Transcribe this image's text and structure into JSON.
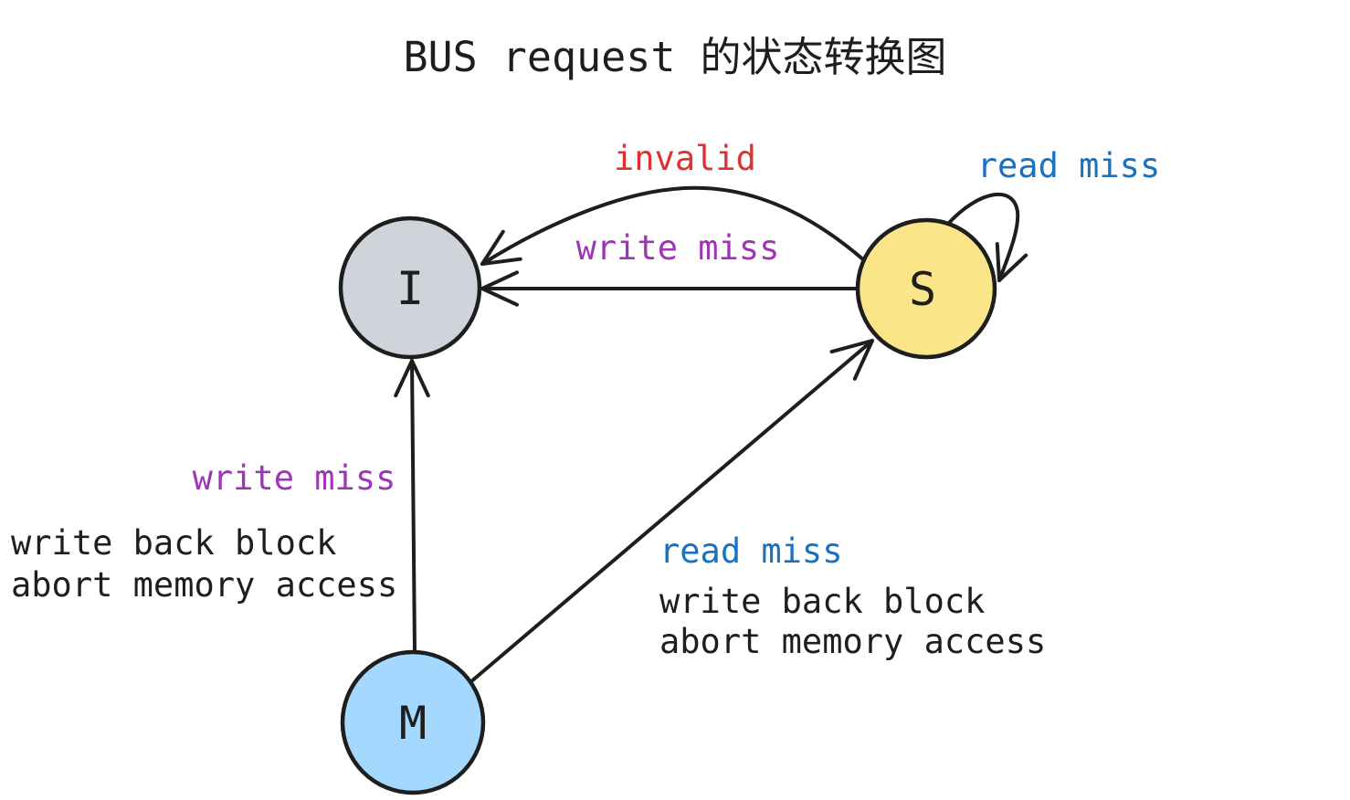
{
  "title": "BUS request 的状态转换图",
  "colors": {
    "stroke": "#1e1e1e",
    "text": "#1e1e1e",
    "invalid": "#e03131",
    "write_miss": "#9c36b5",
    "read_miss": "#1971c2"
  },
  "nodes": {
    "I": {
      "label": "I",
      "fill": "#ced4da"
    },
    "S": {
      "label": "S",
      "fill": "#fae588"
    },
    "M": {
      "label": "M",
      "fill": "#a5d8ff"
    }
  },
  "transitions": {
    "s_to_i_invalid": {
      "from": "S",
      "to": "I",
      "event": "invalid"
    },
    "s_to_i_write_miss": {
      "from": "S",
      "to": "I",
      "event": "write miss"
    },
    "s_self_read_miss": {
      "from": "S",
      "to": "S",
      "event": "read miss"
    },
    "m_to_i_write_miss": {
      "from": "M",
      "to": "I",
      "event": "write miss",
      "actions": {
        "line1": "write back block",
        "line2": "abort memory access"
      }
    },
    "m_to_s_read_miss": {
      "from": "M",
      "to": "S",
      "event": "read miss",
      "actions": {
        "line1": "write back block",
        "line2": "abort memory access"
      }
    }
  }
}
